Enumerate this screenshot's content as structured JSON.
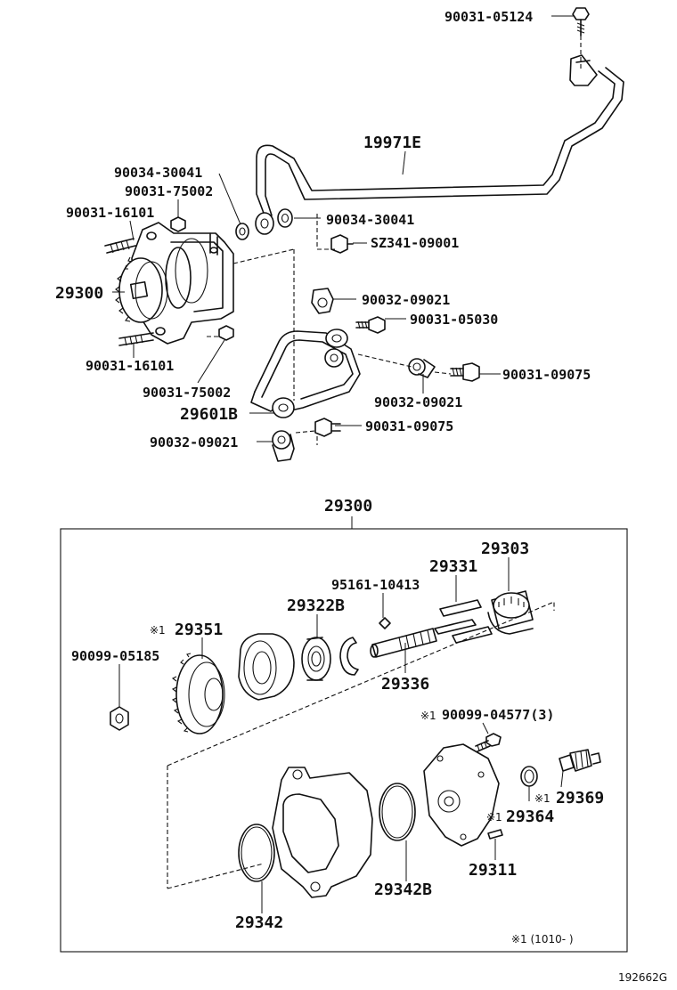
{
  "diagram": {
    "top_labels": {
      "bolt_top": "90031-05124",
      "pipe_main": "19971E",
      "gasket_a": "90034-30041",
      "nut_a": "90031-75002",
      "stud_a": "90031-16101",
      "pump": "29300",
      "gasket_b": "90034-30041",
      "union": "SZ341-09001",
      "clip_a": "90032-09021",
      "bolt_a": "90031-05030",
      "stud_b": "90031-16101",
      "nut_b": "90031-75002",
      "clip_b": "90032-09021",
      "bolt_b": "90031-09075",
      "hose": "29601B",
      "clip_c": "90032-09021",
      "bolt_c": "90031-09075"
    },
    "assembly_title": "29300",
    "box_labels": {
      "vane": "29303",
      "blade": "29331",
      "pin": "95161-10413",
      "bearing_cover": "29322B",
      "mark_gear": "※1",
      "gear": "29351",
      "nut": "90099-05185",
      "shaft": "29336",
      "mark_bolt": "※1",
      "bolt": "90099-04577(3)",
      "mark_valve": "※1",
      "valve": "29369",
      "mark_plate": "※1",
      "plate": "29364",
      "dowel": "29311",
      "oring_large": "29342B",
      "oring": "29342",
      "footnote": "※1 (1010-    )"
    },
    "figure_code": "192662G"
  }
}
